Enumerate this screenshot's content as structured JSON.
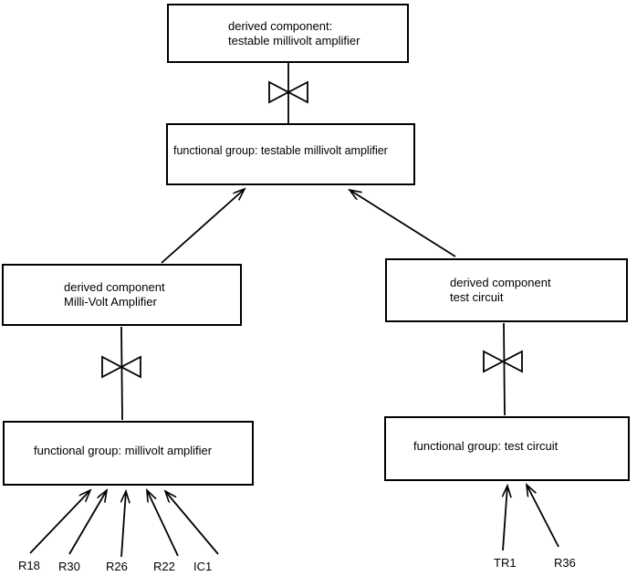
{
  "diagram": {
    "background_color": "#ffffff",
    "line_color": "#000000",
    "boxes": {
      "top_derived": {
        "line1": "derived component:",
        "line2": "testable millivolt amplifier"
      },
      "functional_testable": {
        "label": "functional group: testable millivolt amplifier"
      },
      "left_derived": {
        "line1": "derived component",
        "line2": "Milli-Volt Amplifier"
      },
      "right_derived": {
        "line1": "derived component",
        "line2": "test circuit"
      },
      "functional_millivolt": {
        "label": "functional group: millivolt amplifier"
      },
      "functional_test": {
        "label": "functional group: test circuit"
      }
    },
    "components_left": [
      "R18",
      "R30",
      "R26",
      "R22",
      "IC1"
    ],
    "components_right": [
      "TR1",
      "R36"
    ]
  }
}
